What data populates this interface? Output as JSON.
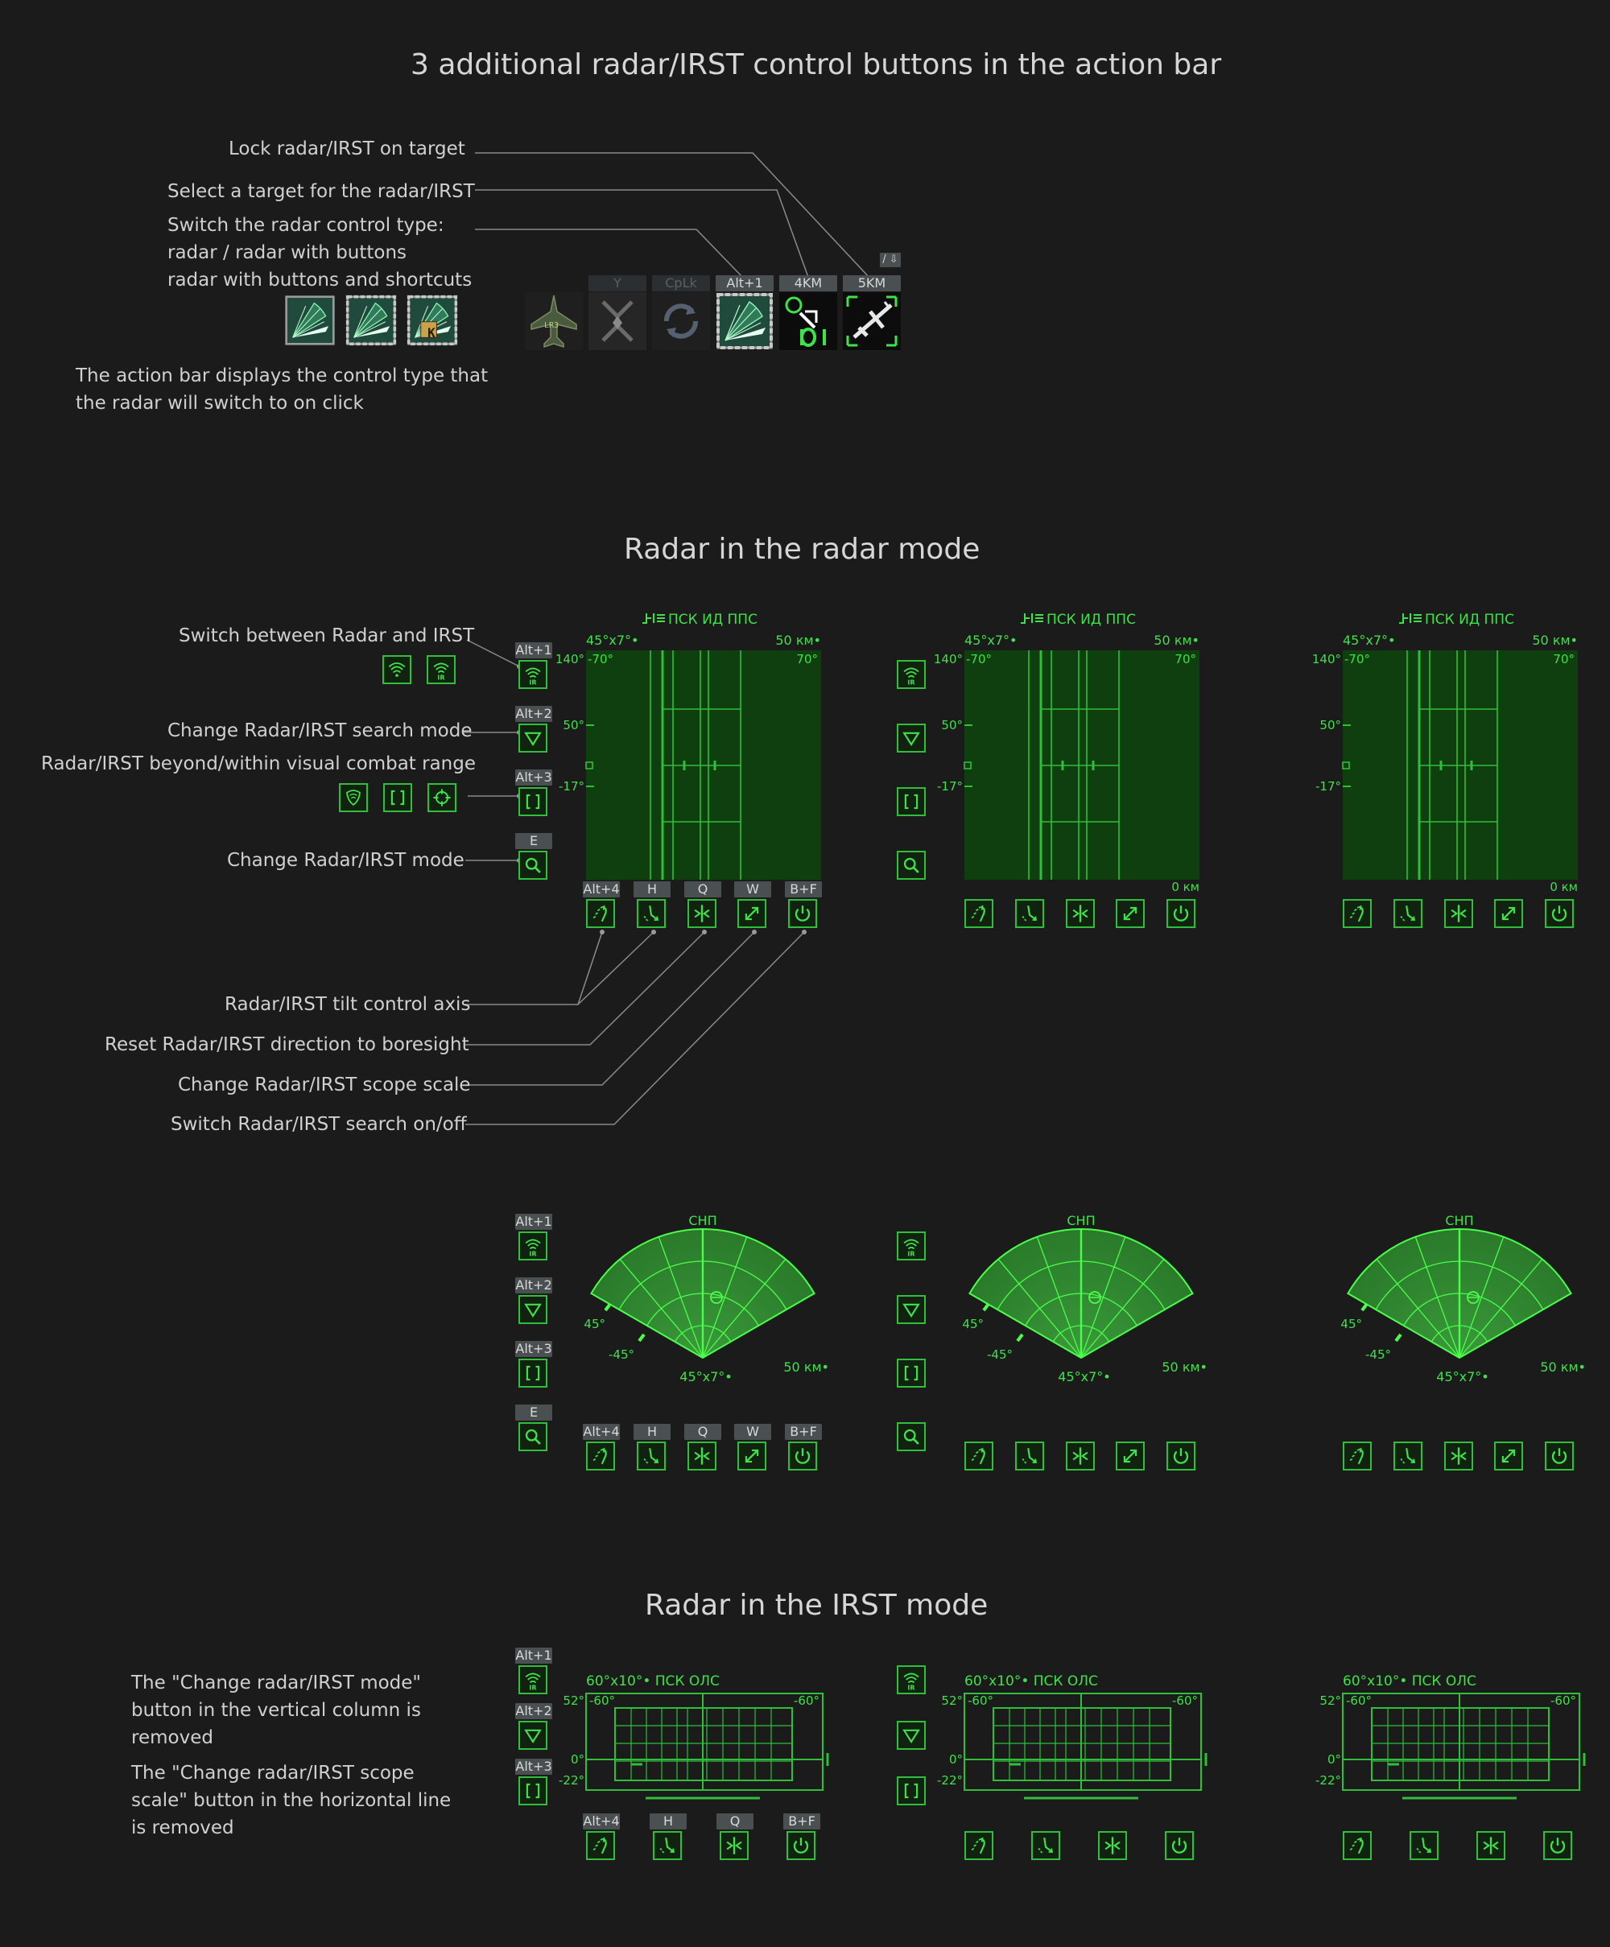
{
  "titles": {
    "action_bar": "3 additional radar/IRST control buttons in the action bar",
    "radar_mode": "Radar in the radar mode",
    "irst_mode": "Radar in the IRST mode"
  },
  "action_bar": {
    "callouts": {
      "lock": "Lock radar/IRST on target",
      "select": "Select a target for the radar/IRST",
      "switch_line1": "Switch the radar control type:",
      "switch_line2": "radar / radar with buttons",
      "switch_line3": "radar with buttons and shortcuts"
    },
    "note_line1": "The action bar displays the control type that",
    "note_line2": "the radar will switch to on click",
    "control_type_icons": [
      "radar-icon",
      "radar-buttons-icon",
      "radar-buttons-shortcuts-icon"
    ],
    "shortcut_badge": "K",
    "corner_badge": "/ ⇩",
    "slots": [
      {
        "key": "",
        "icon": "jet-icon",
        "badge": "LR3"
      },
      {
        "key": "Y",
        "icon": "parachute-icon"
      },
      {
        "key": "CpLk",
        "icon": "cycle-icon"
      },
      {
        "key": "Alt+1",
        "icon": "radar-control-type-icon"
      },
      {
        "key": "4KM",
        "icon": "select-target-icon"
      },
      {
        "key": "5KM",
        "icon": "lock-target-icon"
      }
    ]
  },
  "radar_mode": {
    "callouts": {
      "switch_radar_irst": "Switch between Radar and IRST",
      "search_mode": "Change Radar/IRST search mode",
      "combat_range": "Radar/IRST beyond/within visual combat range",
      "change_mode": "Change Radar/IRST mode",
      "tilt": "Radar/IRST tilt control axis",
      "reset": "Reset Radar/IRST direction to boresight",
      "scale": "Change Radar/IRST scope scale",
      "search_onoff": "Switch Radar/IRST search on/off"
    },
    "vertical_keys": [
      "Alt+1",
      "Alt+2",
      "Alt+3",
      "E"
    ],
    "horizontal_keys": [
      "Alt+4",
      "H",
      "Q",
      "W",
      "B+F"
    ],
    "b_scope": {
      "header": "ПСК  ИД  ППС",
      "scan": "45°x7°•",
      "range": "50  км•",
      "min_range": "0  км",
      "left_angle": "-70°",
      "right_angle": "70°",
      "alt_top": "140°",
      "alt_mid": "50°",
      "alt_low": "-17°"
    },
    "sector": {
      "label": "СНП",
      "tilt_a": "45°",
      "tilt_b": "-45°",
      "scan": "45°x7°•",
      "range": "50  км•"
    }
  },
  "irst_mode": {
    "note1_line1": "The \"Change radar/IRST mode\"",
    "note1_line2": "button in the vertical column is",
    "note1_line3": "removed",
    "note2_line1": "The \"Change radar/IRST scope",
    "note2_line2": "scale\" button in the horizontal line",
    "note2_line3": "is removed",
    "vertical_keys": [
      "Alt+1",
      "Alt+2",
      "Alt+3"
    ],
    "horizontal_keys": [
      "Alt+4",
      "H",
      "Q",
      "B+F"
    ],
    "scope": {
      "header": "60°x10°•  ПСК  ОЛС",
      "left_angle": "-60°",
      "right_angle": "-60°",
      "alt_top": "52°",
      "alt_mid": "0°",
      "alt_low": "-22°"
    }
  },
  "colors": {
    "background": "#1b1b1b",
    "hud_green": "#2fbf3a",
    "scope_fill": "#0f3e0f",
    "key_bg": "#4a4f52"
  }
}
